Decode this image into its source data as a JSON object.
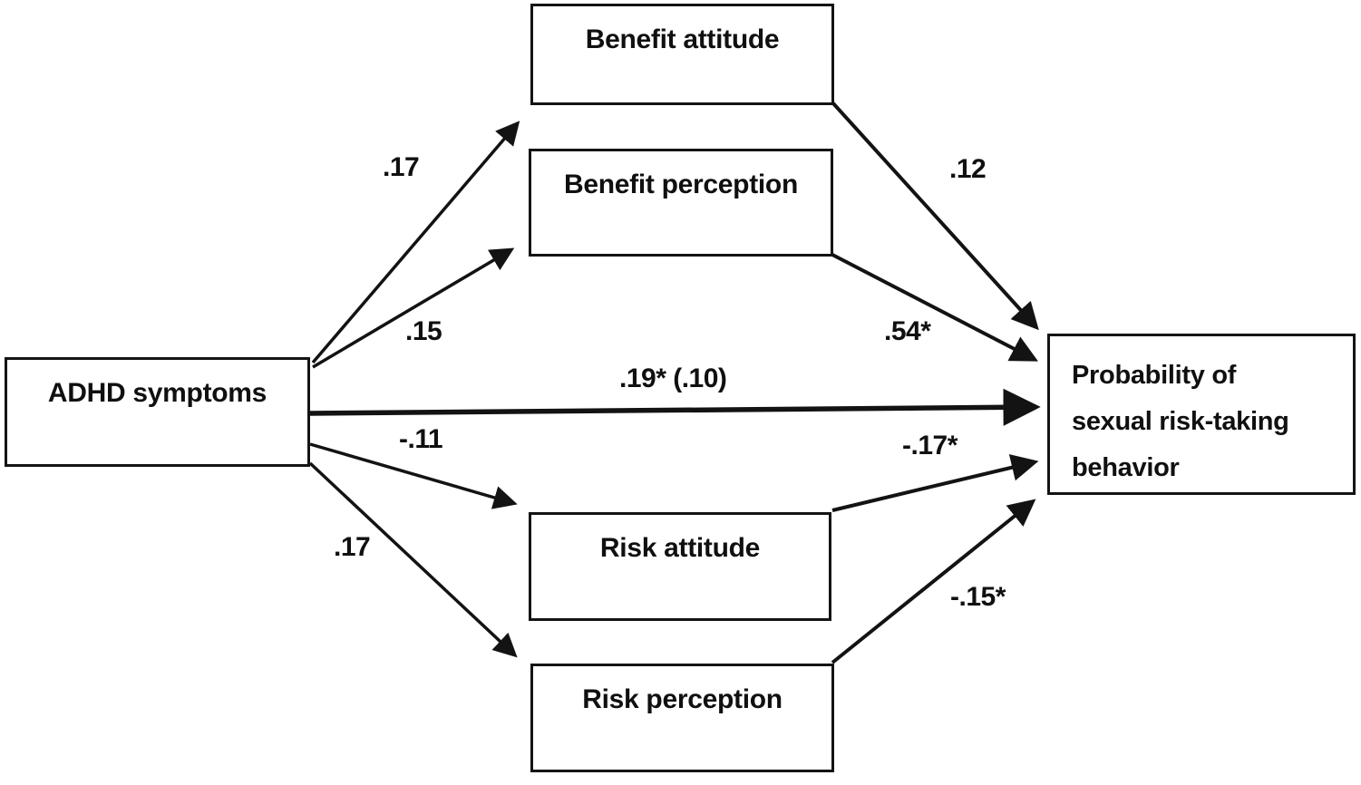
{
  "colors": {
    "background": "#ffffff",
    "line": "#131313",
    "box_border": "#141414",
    "text": "#101010"
  },
  "nodes": {
    "adhd": {
      "label": "ADHD symptoms"
    },
    "benefit_attitude": {
      "label": "Benefit attitude"
    },
    "benefit_perception": {
      "label": "Benefit perception"
    },
    "risk_attitude": {
      "label": "Risk attitude"
    },
    "risk_perception": {
      "label": "Risk perception"
    },
    "outcome": {
      "label": "Probability of sexual risk-taking behavior",
      "line1": "Probability of",
      "line2": "sexual risk-taking",
      "line3": "behavior"
    }
  },
  "edges": [
    {
      "from": "ADHD symptoms",
      "to": "Benefit attitude",
      "coef": ".17"
    },
    {
      "from": "ADHD symptoms",
      "to": "Benefit perception",
      "coef": ".15"
    },
    {
      "from": "ADHD symptoms",
      "to": "Probability of sexual risk-taking behavior",
      "coef": ".19* (.10)"
    },
    {
      "from": "ADHD symptoms",
      "to": "Risk attitude",
      "coef": "-.11"
    },
    {
      "from": "ADHD symptoms",
      "to": "Risk perception",
      "coef": ".17"
    },
    {
      "from": "Benefit attitude",
      "to": "Probability of sexual risk-taking behavior",
      "coef": ".12"
    },
    {
      "from": "Benefit perception",
      "to": "Probability of sexual risk-taking behavior",
      "coef": ".54*"
    },
    {
      "from": "Risk attitude",
      "to": "Probability of sexual risk-taking behavior",
      "coef": "-.17*"
    },
    {
      "from": "Risk perception",
      "to": "Probability of sexual risk-taking behavior",
      "coef": "-.15*"
    }
  ]
}
